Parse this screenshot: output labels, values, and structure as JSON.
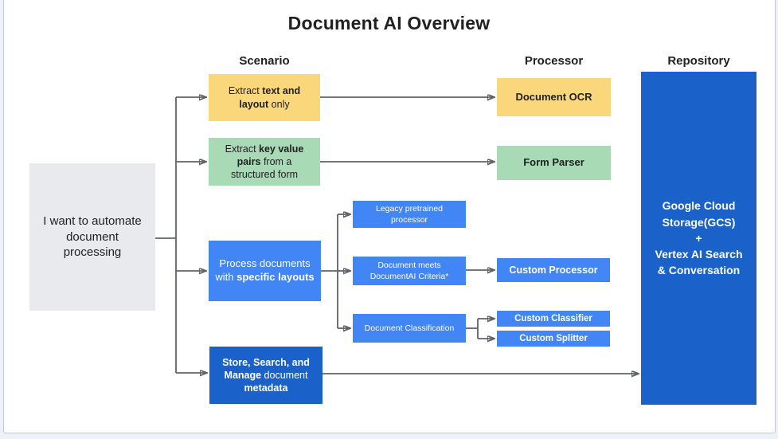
{
  "title": "Document AI Overview",
  "columns": {
    "scenario": "Scenario",
    "processor": "Processor",
    "repository": "Repository"
  },
  "start": {
    "text": "I want to automate document processing"
  },
  "scenarios": [
    {
      "name": "extract-text-layout",
      "parts": [
        {
          "t": "Extract "
        },
        {
          "t": "text and layout",
          "bold": true
        },
        {
          "t": " only"
        }
      ]
    },
    {
      "name": "extract-key-value-pairs",
      "parts": [
        {
          "t": "Extract "
        },
        {
          "t": "key value pairs",
          "bold": true
        },
        {
          "t": " from a structured form"
        }
      ]
    },
    {
      "name": "process-specific-layouts",
      "parts": [
        {
          "t": "Process documents with "
        },
        {
          "t": "specific layouts",
          "bold": true
        }
      ]
    },
    {
      "name": "store-search-manage-metadata",
      "parts": [
        {
          "t": "Store, Search, and Manage",
          "bold": true
        },
        {
          "t": " document "
        },
        {
          "t": "metadata",
          "bold": true
        }
      ]
    }
  ],
  "decisions": [
    {
      "name": "legacy-pretrained-processor",
      "label": "Legacy pretrained processor"
    },
    {
      "name": "document-meets-criteria",
      "label": "Document meets DocumentAI Criteria*"
    },
    {
      "name": "document-classification",
      "label": "Document Classification"
    }
  ],
  "processors": [
    {
      "name": "document-ocr",
      "label": "Document OCR"
    },
    {
      "name": "form-parser",
      "label": "Form Parser"
    },
    {
      "name": "custom-processor",
      "label": "Custom Processor"
    },
    {
      "name": "custom-classifier",
      "label": "Custom Classifier"
    },
    {
      "name": "custom-splitter",
      "label": "Custom Splitter"
    }
  ],
  "repository": {
    "lines": [
      "Google Cloud Storage(GCS)",
      "+",
      "Vertex AI Search & Conversation"
    ]
  },
  "colors": {
    "yellow": "#FBD77B",
    "green": "#A8DAB5",
    "blue": "#4285F4",
    "dark_blue": "#1A62C9",
    "gray": "#E8EAED",
    "connector": "#5F6368",
    "text_dark": "#202124"
  }
}
